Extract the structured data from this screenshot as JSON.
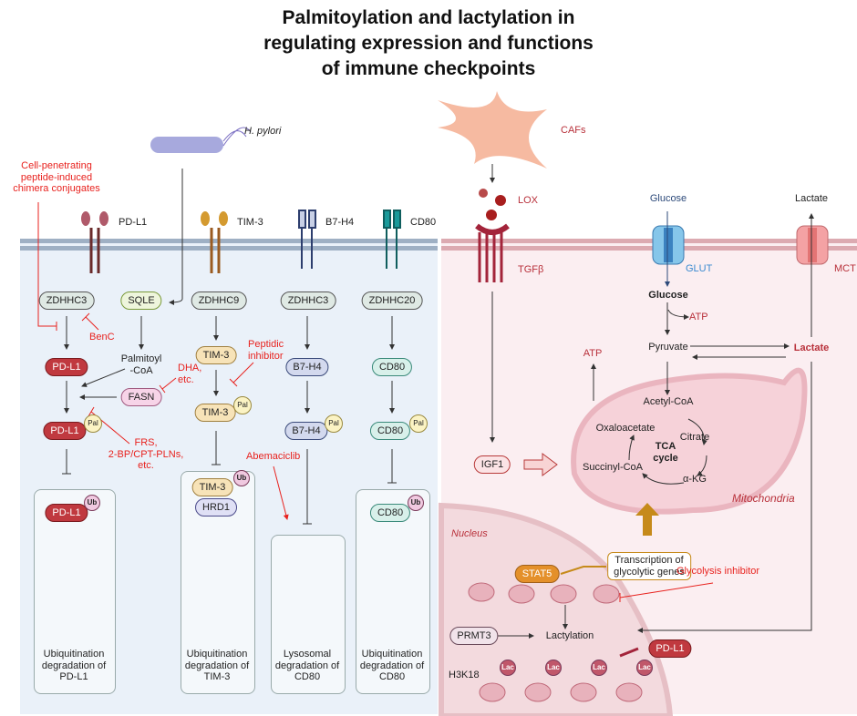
{
  "title": [
    "Palmitoylation and lactylation  in",
    "regulating expression and functions",
    "of immune checkpoints"
  ],
  "left": {
    "h_pylori": "H. pylori",
    "cell_penetrating": [
      "Cell-penetrating",
      "peptide-induced",
      "chimera conjugates"
    ],
    "receptors": [
      "PD-L1",
      "TIM-3",
      "B7-H4",
      "CD80"
    ],
    "enzymes": [
      "ZDHHC3",
      "SQLE",
      "ZDHHC9",
      "ZDHHC3",
      "ZDHHC20"
    ],
    "benc": "BenC",
    "palmitoyl_coa": [
      "Palmitoyl",
      "-CoA"
    ],
    "dha": [
      "DHA,",
      "etc."
    ],
    "fasn": "FASN",
    "peptidic": [
      "Peptidic",
      "inhibitor"
    ],
    "frs": [
      "FRS,",
      "2-BP/CPT-PLNs,",
      "etc."
    ],
    "abemaciclib": "Abemaciclib",
    "row2": [
      "PD-L1",
      "TIM-3",
      "B7-H4",
      "CD80"
    ],
    "row3": [
      "PD-L1",
      "TIM-3",
      "B7-H4",
      "CD80"
    ],
    "pal": "Pal",
    "ub": "Ub",
    "hrd1": "HRD1",
    "box_proteins": [
      "PD-L1",
      "TIM-3",
      "CD80"
    ],
    "captions": [
      [
        "Ubiquitination",
        "degradation of",
        "PD-L1"
      ],
      [
        "Ubiquitination",
        "degradation of",
        "TIM-3"
      ],
      [
        "Lysosomal",
        "degradation of",
        "CD80"
      ],
      [
        "Ubiquitination",
        "degradation of",
        "CD80"
      ]
    ]
  },
  "right": {
    "cafs": "CAFs",
    "lox": "LOX",
    "tgfb": "TGFβ",
    "glucose_out": "Glucose",
    "glut": "GLUT",
    "lactate_out": "Lactate",
    "mct": "MCT",
    "glucose_in": "Glucose",
    "atp1": "ATP",
    "pyruvate": "Pyruvate",
    "lactate_in": "Lactate",
    "atp2": "ATP",
    "acetyl_coa": "Acetyl-CoA",
    "oxaloacetate": "Oxaloacetate",
    "citrate": "Citrate",
    "tca": [
      "TCA",
      "cycle"
    ],
    "succinyl": "Succinyl-CoA",
    "akg": "α-KG",
    "mitochondria": "Mitochondria",
    "igf1": "IGF1",
    "nucleus": "Nucleus",
    "transcription": [
      "Transcription of",
      "glycolytic genes"
    ],
    "stat5": "STAT5",
    "glyco_inhib": "Glycolysis inhibitor",
    "prmt3": "PRMT3",
    "lactylation": "Lactylation",
    "pdl1": "PD-L1",
    "h3k18": "H3K18",
    "lac": "Lac"
  },
  "colors": {
    "left_bg": "#eaf1f9",
    "right_bg": "#fbeef1",
    "inhibitor": "#e8221e",
    "pdl1": "#c0393f",
    "membrane_left": "#9fb0c4",
    "membrane_right": "#e4b5bb"
  }
}
